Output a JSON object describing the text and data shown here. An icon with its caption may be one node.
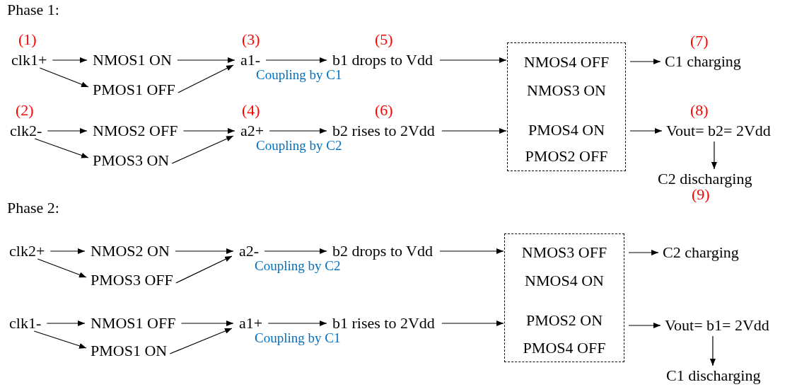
{
  "diagram": {
    "nodes": [
      {
        "text": [
          "clk1+"
        ],
        "beside": [
          "(1)"
        ]
      },
      {
        "text": [
          "NMOS1 ON"
        ]
      },
      {
        "text": [
          "PMOS1 OFF"
        ]
      },
      {
        "text": [
          "a1-"
        ],
        "beside": [
          "(3)"
        ]
      },
      {
        "text": [
          "b1 drops to Vdd"
        ],
        "beside": [
          "(5)"
        ]
      },
      {
        "text": [],
        "shape": "box"
      },
      {
        "text": [
          "NMOS4 OFF"
        ],
        "in": 5
      },
      {
        "text": [
          "NMOS3 ON"
        ],
        "in": 5
      },
      {
        "text": [
          "PMOS4 ON"
        ],
        "in": 5
      },
      {
        "text": [
          "PMOS2 OFF"
        ],
        "in": 5
      },
      {
        "text": [
          "C1 charging"
        ],
        "beside": [
          "(7)"
        ]
      },
      {
        "text": [
          "clk2-"
        ],
        "beside": [
          "(2)"
        ]
      },
      {
        "text": [
          "NMOS2 OFF"
        ]
      },
      {
        "text": [
          "PMOS3 ON"
        ]
      },
      {
        "text": [
          "a2+"
        ],
        "beside": [
          "(4)"
        ]
      },
      {
        "text": [
          "b2 rises to 2Vdd"
        ],
        "beside": [
          "(6)"
        ]
      },
      {
        "text": [
          "Vout= b2= 2Vdd"
        ],
        "beside": [
          "(8)"
        ]
      },
      {
        "text": [
          "C2 discharging"
        ],
        "beside": [
          "(9)"
        ]
      },
      {
        "text": [
          "clk2+"
        ]
      },
      {
        "text": [
          "NMOS2 ON"
        ]
      },
      {
        "text": [
          "PMOS3 OFF"
        ]
      },
      {
        "text": [
          "a2-"
        ]
      },
      {
        "text": [
          "b2 drops to Vdd"
        ]
      },
      {
        "text": [],
        "shape": "box"
      },
      {
        "text": [
          "NMOS3 OFF"
        ],
        "in": 23
      },
      {
        "text": [
          "NMOS4 ON"
        ],
        "in": 23
      },
      {
        "text": [
          "PMOS2 ON"
        ],
        "in": 23
      },
      {
        "text": [
          "PMOS4 OFF"
        ],
        "in": 23
      },
      {
        "text": [
          "C2 charging"
        ]
      },
      {
        "text": [
          "clk1-"
        ]
      },
      {
        "text": [
          "NMOS1 OFF"
        ]
      },
      {
        "text": [
          "PMOS1 ON"
        ]
      },
      {
        "text": [
          "a1+"
        ]
      },
      {
        "text": [
          "b1 rises to 2Vdd"
        ]
      },
      {
        "text": [
          "Vout= b1= 2Vdd"
        ]
      },
      {
        "text": [
          "C1 discharging"
        ]
      }
    ],
    "edges": [
      {
        "from": 0,
        "to": 1,
        "arrow": "to"
      },
      {
        "from": 0,
        "to": 2,
        "arrow": "to"
      },
      {
        "from": 1,
        "to": 3,
        "arrow": "to"
      },
      {
        "from": 2,
        "to": 3,
        "arrow": "to"
      },
      {
        "from": 3,
        "to": 4,
        "arrow": "to",
        "label": "Coupling by C1"
      },
      {
        "from": 4,
        "to": 5,
        "arrow": "to"
      },
      {
        "from": 5,
        "to": 10,
        "arrow": "to"
      },
      {
        "from": 11,
        "to": 12,
        "arrow": "to"
      },
      {
        "from": 11,
        "to": 13,
        "arrow": "to"
      },
      {
        "from": 12,
        "to": 14,
        "arrow": "to"
      },
      {
        "from": 13,
        "to": 14,
        "arrow": "to"
      },
      {
        "from": 14,
        "to": 15,
        "arrow": "to",
        "label": "Coupling by C2"
      },
      {
        "from": 15,
        "to": 5,
        "arrow": "to"
      },
      {
        "from": 5,
        "to": 16,
        "arrow": "to"
      },
      {
        "from": 16,
        "to": 17,
        "arrow": "to"
      },
      {
        "from": 18,
        "to": 19,
        "arrow": "to"
      },
      {
        "from": 18,
        "to": 20,
        "arrow": "to"
      },
      {
        "from": 19,
        "to": 21,
        "arrow": "to"
      },
      {
        "from": 20,
        "to": 21,
        "arrow": "to"
      },
      {
        "from": 21,
        "to": 22,
        "arrow": "to",
        "label": "Coupling by C2"
      },
      {
        "from": 22,
        "to": 23,
        "arrow": "to"
      },
      {
        "from": 23,
        "to": 28,
        "arrow": "to"
      },
      {
        "from": 29,
        "to": 30,
        "arrow": "to"
      },
      {
        "from": 29,
        "to": 31,
        "arrow": "to"
      },
      {
        "from": 30,
        "to": 32,
        "arrow": "to"
      },
      {
        "from": 31,
        "to": 32,
        "arrow": "to"
      },
      {
        "from": 32,
        "to": 33,
        "arrow": "to",
        "label": "Coupling by C1"
      },
      {
        "from": 33,
        "to": 23,
        "arrow": "to"
      },
      {
        "from": 23,
        "to": 34,
        "arrow": "to"
      },
      {
        "from": 34,
        "to": 35,
        "arrow": "to"
      }
    ],
    "labels": [
      "Phase 1:",
      "Phase 2:"
    ]
  }
}
